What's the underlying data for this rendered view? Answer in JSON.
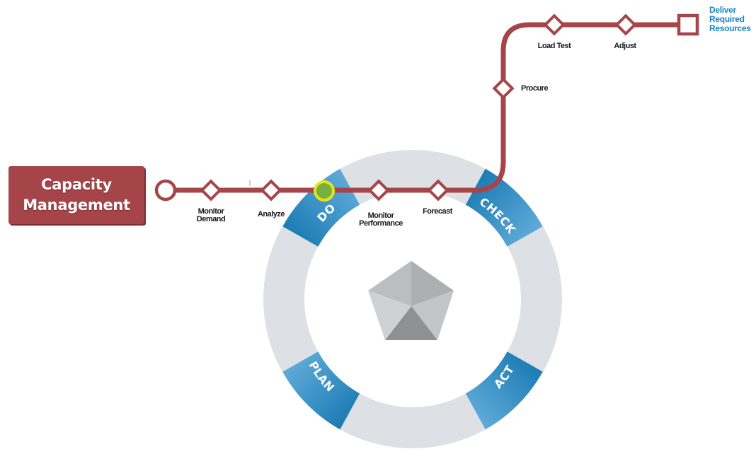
{
  "title": {
    "line1": "Capacity",
    "line2": "Management"
  },
  "cycle": {
    "do": "DO",
    "check": "CHECK",
    "act": "ACT",
    "plan": "PLAN"
  },
  "steps": {
    "monitor_demand": {
      "line1": "Monitor",
      "line2": "Demand"
    },
    "analyze": "Analyze",
    "monitor_performance": {
      "line1": "Monitor",
      "line2": "Performance"
    },
    "forecast": "Forecast",
    "procure": "Procure",
    "load_test": "Load Test",
    "adjust": "Adjust"
  },
  "end": {
    "line1": "Deliver",
    "line2": "Required",
    "line3": "Resources"
  },
  "colors": {
    "track": "#a64549",
    "ring": "#dde1e5",
    "segment": "#2b8fc8",
    "current_marker": "#76b041",
    "current_marker_ring": "#e8e21b",
    "title_box": "#a64549",
    "end_label": "#1a84c6"
  }
}
